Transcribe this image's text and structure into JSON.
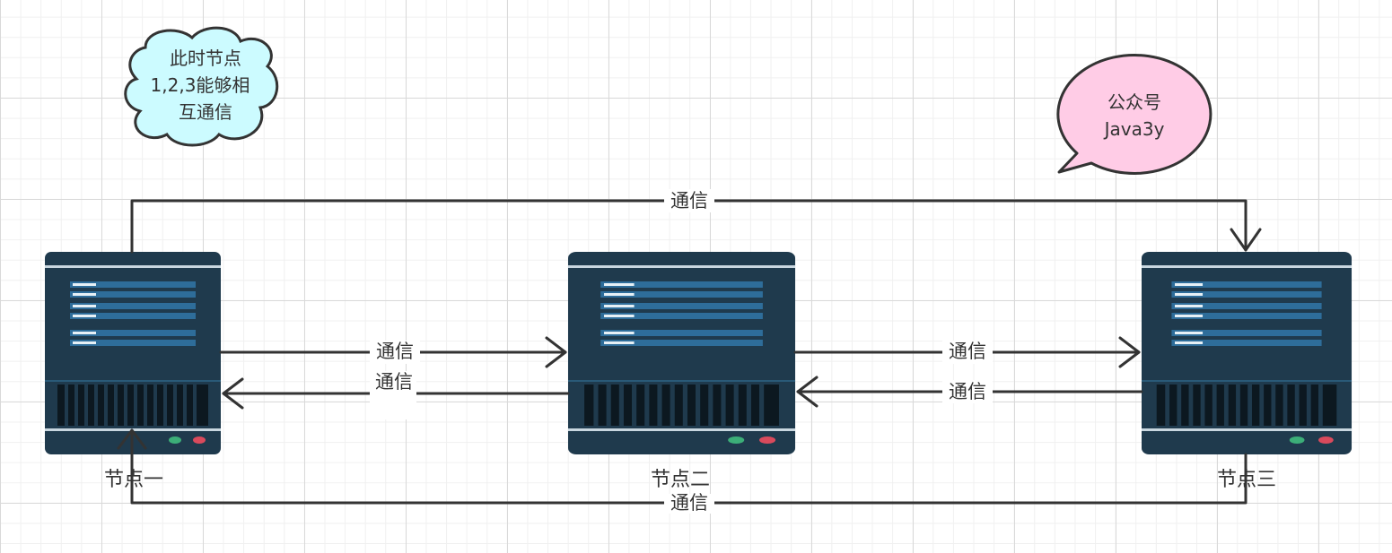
{
  "nodes": {
    "node1": {
      "label": "节点一"
    },
    "node2": {
      "label": "节点二"
    },
    "node3": {
      "label": "节点三"
    }
  },
  "edges": {
    "top_1_to_3": {
      "label": "通信"
    },
    "n1_to_n2": {
      "label": "通信"
    },
    "n2_to_n1": {
      "label": "通信"
    },
    "n2_to_n3": {
      "label": "通信"
    },
    "n3_to_n2": {
      "label": "通信"
    },
    "bottom_3_to_1": {
      "label": "通信"
    }
  },
  "cloud_note": {
    "lines": [
      "此时节点",
      "1,2,3能够相",
      "互通信"
    ]
  },
  "speech_bubble": {
    "lines": [
      "公众号",
      "Java3y"
    ]
  },
  "colors": {
    "server_body": "#1f3a4d",
    "server_stripe": "#2e6d9a",
    "server_vent": "#0c1820",
    "edge": "#333333",
    "cloud_fill": "#ccfbff",
    "bubble_fill": "#ffcce6",
    "led_green": "#3cae78",
    "led_red": "#d94a5c"
  }
}
